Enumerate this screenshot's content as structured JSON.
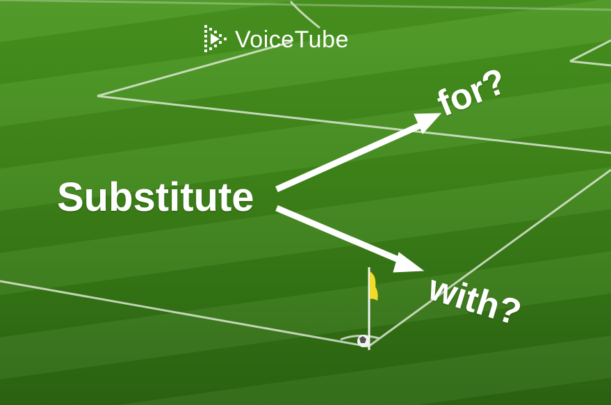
{
  "logo": {
    "text": "VoiceTube",
    "icon": "play-triangle-icon"
  },
  "main_word": "Substitute",
  "options": [
    {
      "label": "for?"
    },
    {
      "label": "with?"
    }
  ],
  "colors": {
    "grass_light": "#4f9a1f",
    "grass_dark": "#2d6a12",
    "line_white": "#e8efe2",
    "flag_yellow": "#f2dc2a",
    "text": "#ffffff"
  }
}
